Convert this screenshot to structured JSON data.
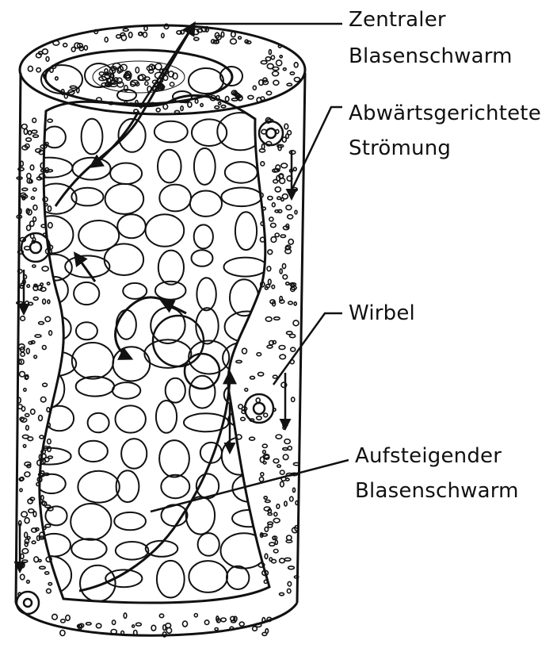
{
  "labels": {
    "zentral_l1": "Zentraler",
    "zentral_l2": "Blasenschwarm",
    "abwaerts_l1": "Abwärtsgerichtete",
    "abwaerts_l2": "Strömung",
    "wirbel": "Wirbel",
    "aufsteigend_l1": "Aufsteigender",
    "aufsteigend_l2": "Blasenschwarm"
  },
  "colors": {
    "ink": "#111111",
    "paper": "#ffffff"
  }
}
